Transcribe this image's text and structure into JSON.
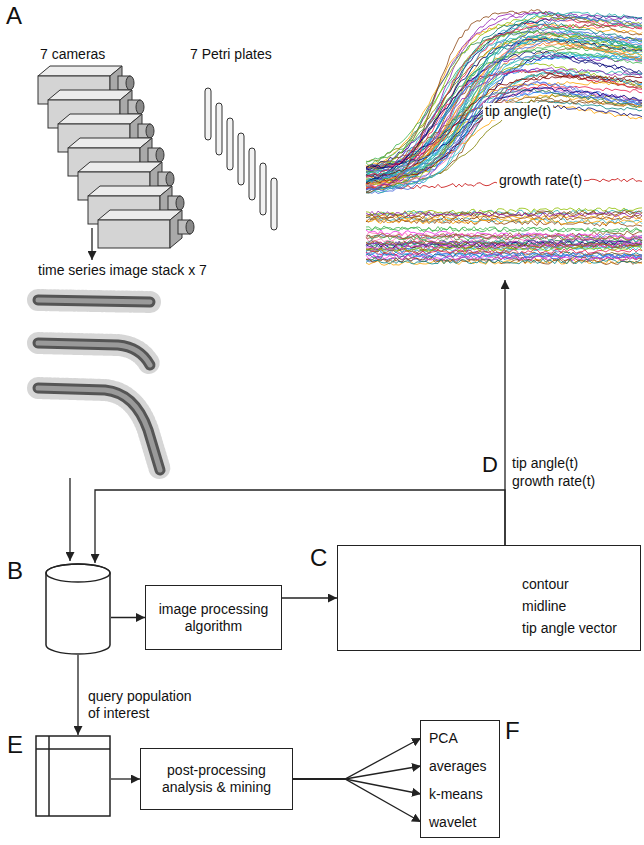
{
  "diagram": {
    "nodes": [
      {
        "text": [
          "tip angle(t)",
          "growth rate(t)"
        ]
      },
      {
        "text": [
          "B"
        ]
      },
      {
        "text": [
          "image processing algorithm"
        ]
      },
      {
        "text": [
          "C"
        ]
      },
      {
        "text": [
          "E"
        ]
      },
      {
        "text": [
          "post-processing analysis & mining"
        ]
      },
      {
        "text": [
          "F"
        ]
      },
      {
        "text": [
          "PCA"
        ],
        "in": 6
      },
      {
        "text": [
          "averages"
        ],
        "in": 6
      },
      {
        "text": [
          "k-means"
        ],
        "in": 6
      },
      {
        "text": [
          "wavelet"
        ],
        "in": 6
      }
    ],
    "edges": [
      {
        "from": 1,
        "to": 2,
        "arrow": "to"
      },
      {
        "from": 2,
        "to": 3,
        "arrow": "to"
      },
      {
        "from": 3,
        "to": 0,
        "arrow": "to"
      },
      {
        "from": 3,
        "to": 1,
        "arrow": "to"
      },
      {
        "from": 1,
        "to": 4,
        "arrow": "to"
      },
      {
        "from": 4,
        "to": 5,
        "arrow": "to"
      },
      {
        "from": 5,
        "to": 7,
        "arrow": "to"
      },
      {
        "from": 5,
        "to": 8,
        "arrow": "to"
      },
      {
        "from": 5,
        "to": 9,
        "arrow": "to"
      },
      {
        "from": 5,
        "to": 10,
        "arrow": "to"
      }
    ],
    "labels": [
      "A",
      "7 cameras",
      "7 Petri plates",
      "time series image stack x 7",
      "D",
      "tip angle(t)",
      "growth rate(t)",
      "query population of interest"
    ],
    "legend": [
      {
        "text": "contour"
      },
      {
        "text": "midline"
      },
      {
        "text": "tip angle vector"
      }
    ]
  }
}
